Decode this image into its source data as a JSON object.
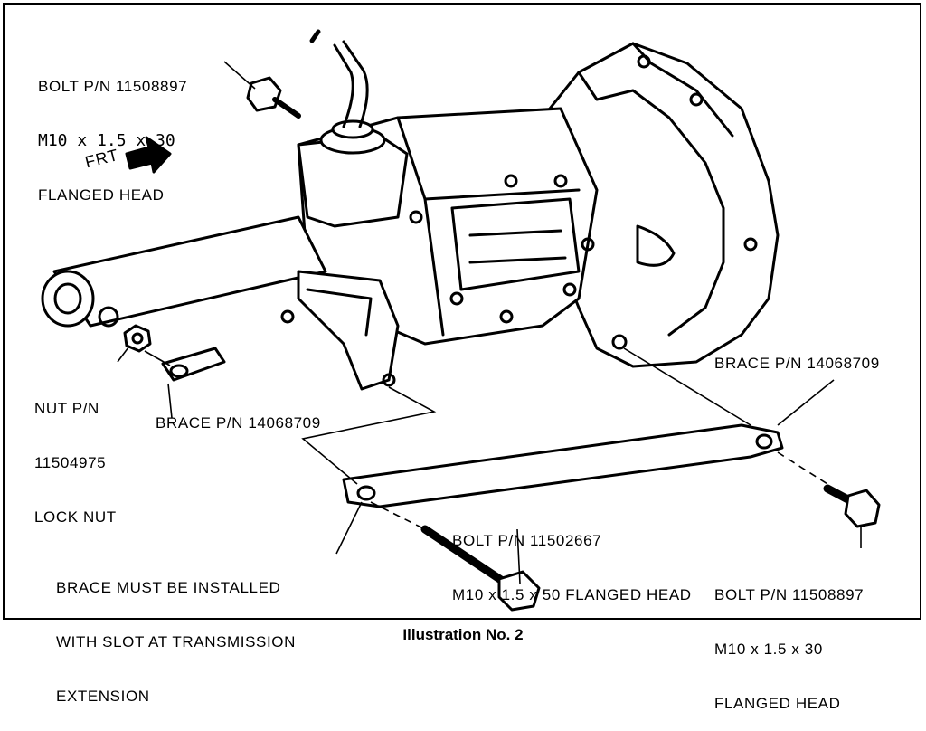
{
  "figure": {
    "direction_label": "FRT",
    "caption": "Illustration No. 2"
  },
  "callouts": {
    "top_bolt": {
      "line1": "BOLT P/N 11508897",
      "line2": "M10 x 1.5 x 30",
      "line3": "FLANGED HEAD"
    },
    "nut": {
      "line1": "NUT P/N",
      "line2": "11504975",
      "line3": "LOCK NUT"
    },
    "left_brace": {
      "line1": "BRACE P/N 14068709"
    },
    "right_brace": {
      "line1": "BRACE P/N 14068709"
    },
    "mid_bolt": {
      "line1": "BOLT P/N 11502667",
      "line2": "M10 x 1.5 x 50 FLANGED HEAD"
    },
    "note": {
      "line1": "BRACE MUST BE INSTALLED",
      "line2": "WITH SLOT AT TRANSMISSION",
      "line3": "EXTENSION"
    },
    "right_bolt": {
      "line1": "BOLT P/N 11508897",
      "line2": "M10 x 1.5 x 30",
      "line3": "FLANGED HEAD"
    }
  }
}
